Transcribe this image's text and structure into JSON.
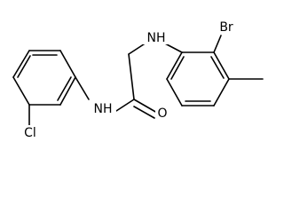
{
  "diagram": {
    "type": "chemical-structure",
    "atoms": {
      "nh_amide": "NH",
      "nh_amine": "NH",
      "oxygen": "O",
      "bromine": "Br",
      "chlorine": "Cl"
    },
    "colors": {
      "bond": "#000000",
      "label": "#000000",
      "background": "#ffffff"
    }
  }
}
